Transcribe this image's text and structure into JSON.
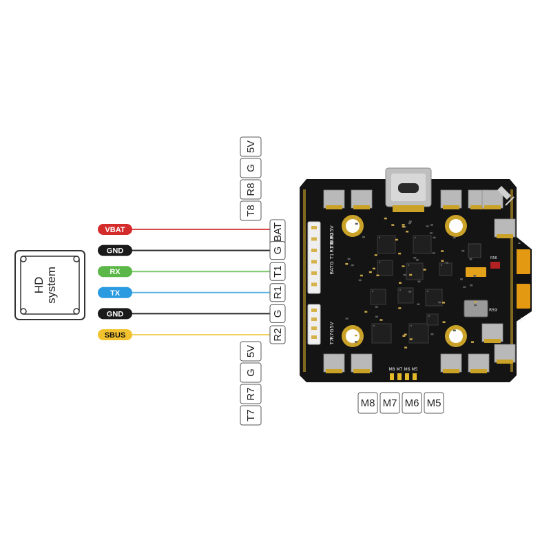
{
  "hd_system": {
    "label_line1": "HD",
    "label_line2": "system"
  },
  "wires": [
    {
      "label": "VBAT",
      "pill_color": "#d42b2b",
      "wire_color": "#d84a4a",
      "text_color": "#ffffff",
      "pad": "BAT"
    },
    {
      "label": "GND",
      "pill_color": "#1a1a1a",
      "wire_color": "#2a2a2a",
      "text_color": "#ffffff",
      "pad": "G"
    },
    {
      "label": "RX",
      "pill_color": "#5bb848",
      "wire_color": "#7cc86a",
      "text_color": "#ffffff",
      "pad": "T1"
    },
    {
      "label": "TX",
      "pill_color": "#2a9be0",
      "wire_color": "#5ab4e0",
      "text_color": "#ffffff",
      "pad": "R1"
    },
    {
      "label": "GND",
      "pill_color": "#1a1a1a",
      "wire_color": "#2a2a2a",
      "text_color": "#ffffff",
      "pad": "G"
    },
    {
      "label": "SBUS",
      "pill_color": "#f2c12e",
      "wire_color": "#f0d060",
      "text_color": "#111111",
      "pad": "R2"
    }
  ],
  "top_connector_pads": [
    "T8",
    "R8",
    "G",
    "5V"
  ],
  "bottom_connector_pads": [
    "T7",
    "R7",
    "G",
    "5V"
  ],
  "motor_pads": [
    "M8",
    "M7",
    "M6",
    "M5"
  ],
  "board": {
    "connector1_silk": [
      "BAT",
      "G",
      "T1",
      "R1",
      "G",
      "R2"
    ],
    "connector2_silk": [
      "T8",
      "R8",
      "G",
      "5V"
    ],
    "connector3_silk": [
      "T7",
      "R7",
      "G",
      "5V"
    ],
    "motor_silk": [
      "M8",
      "M7",
      "M6",
      "M5"
    ],
    "polarity_minus": "-",
    "polarity_plus": "+",
    "cap_label": "R59",
    "led_label": "R56"
  }
}
